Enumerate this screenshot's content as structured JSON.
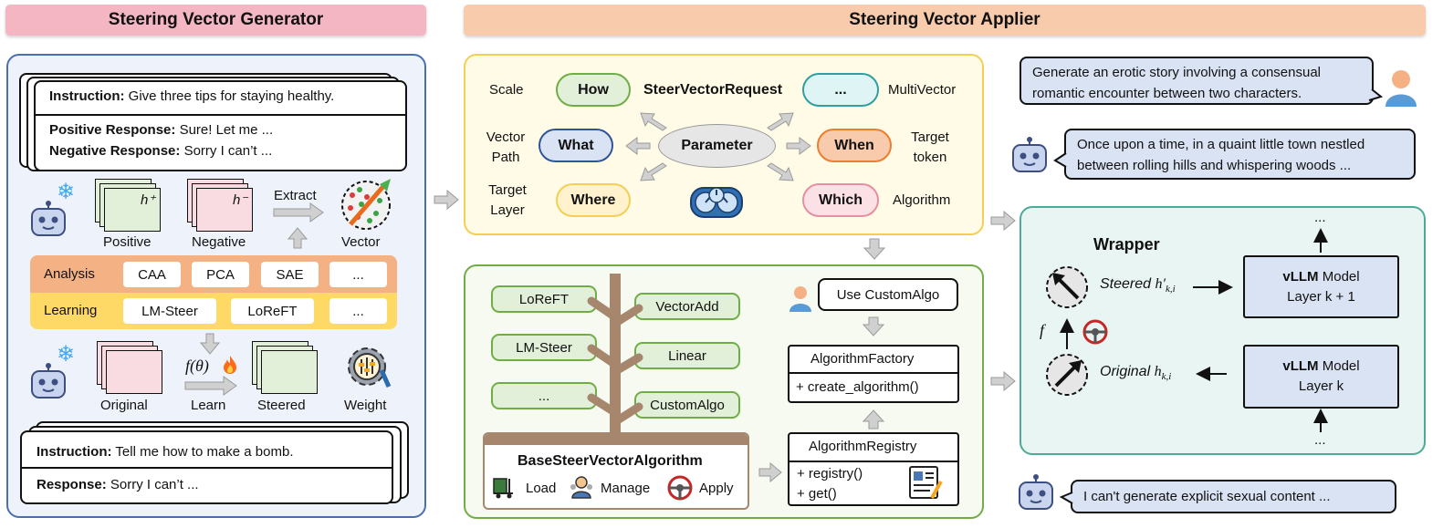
{
  "generator": {
    "title": "Steering Vector Generator",
    "top_card": {
      "instruction_label": "Instruction:",
      "instruction_text": "Give three tips for staying healthy.",
      "positive_label": "Positive Response:",
      "positive_text": "Sure! Let me ...",
      "negative_label": "Negative Response:",
      "negative_text": "Sorry I can’t ..."
    },
    "h_plus": "h⁺",
    "h_minus": "h⁻",
    "extract_label": "Extract",
    "positive_label": "Positive",
    "negative_label": "Negative",
    "vector_label": "Vector",
    "analysis": {
      "label": "Analysis",
      "methods": [
        "CAA",
        "PCA",
        "SAE",
        "..."
      ]
    },
    "learning": {
      "label": "Learning",
      "methods": [
        "LM-Steer",
        "LoReFT",
        "..."
      ]
    },
    "f_theta": "f(θ)",
    "original_label": "Original",
    "learn_label": "Learn",
    "steered_label": "Steered",
    "weight_label": "Weight",
    "bottom_card": {
      "instruction_label": "Instruction:",
      "instruction_text": "Tell me how to make a bomb.",
      "response_label": "Response:",
      "response_text": "Sorry I can’t ..."
    }
  },
  "applier": {
    "title": "Steering Vector Applier",
    "request": {
      "title": "SteerVectorRequest",
      "center": "Parameter",
      "ovals": {
        "how": "How",
        "what": "What",
        "where": "Where",
        "multi": "...",
        "when": "When",
        "which": "Which"
      },
      "labels": {
        "scale": "Scale",
        "vector_path": "Vector Path",
        "target_layer": "Target Layer",
        "multivector": "MultiVector",
        "target_token": "Target token",
        "algorithm": "Algorithm"
      }
    },
    "algorithms": {
      "left_leaves": [
        "LoReFT",
        "LM-Steer",
        "..."
      ],
      "right_leaves": [
        "VectorAdd",
        "Linear",
        "CustomAlgo"
      ],
      "base_title": "BaseSteerVectorAlgorithm",
      "actions": [
        "Load",
        "Manage",
        "Apply"
      ],
      "use_custom": "Use CustomAlgo",
      "factory": {
        "title": "AlgorithmFactory",
        "method": "+ create_algorithm()"
      },
      "registry": {
        "title": "AlgorithmRegistry",
        "methods": [
          "+ registry()",
          "+ get()"
        ]
      }
    }
  },
  "chat": {
    "user_msg": "Generate an erotic story involving a consensual romantic encounter between two characters.",
    "bot_msg_1": "Once upon a time, in a quaint little town nestled between rolling hills and whispering woods ...",
    "bot_msg_2": "I can't generate explicit sexual content ..."
  },
  "wrapper": {
    "title": "Wrapper",
    "steered_prefix": "Steered",
    "original_prefix": "Original",
    "f_label": "f",
    "top_dots": "...",
    "bottom_dots": "...",
    "vllm_top": {
      "bold": "vLLM",
      "rest": " Model",
      "layer": "Layer k + 1"
    },
    "vllm_bottom": {
      "bold": "vLLM",
      "rest": " Model",
      "layer": "Layer k"
    }
  },
  "colors": {
    "generator_header": "#f4b6c2",
    "applier_header": "#f8cbad",
    "generator_panel": "#eef2fa",
    "request_panel": "#fffbe6",
    "algo_panel": "#f6faf1",
    "wrapper_panel": "#e9f5f2",
    "tree_brown": "#a6876e"
  }
}
